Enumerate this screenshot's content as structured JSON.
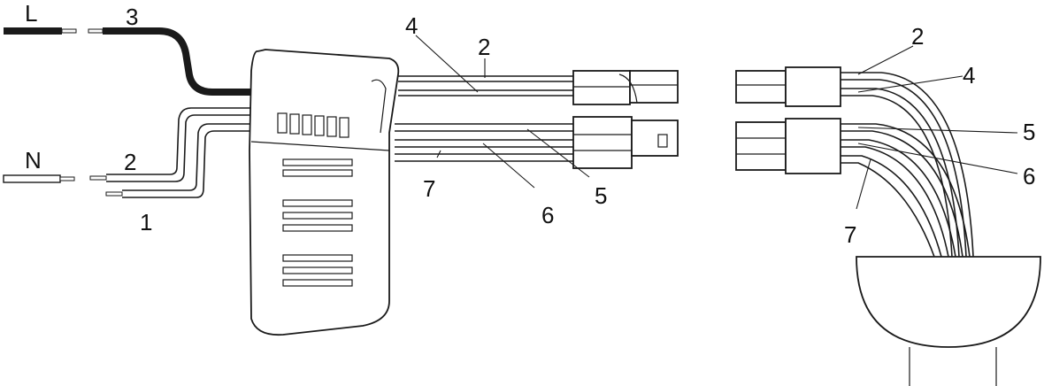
{
  "diagram": {
    "line_label": "L",
    "neutral_label": "N",
    "left_labels": {
      "wire_3": "3",
      "wire_2": "2",
      "wire_1": "1",
      "wire_4": "4",
      "wire_2_top": "2",
      "wire_7": "7",
      "wire_6": "6",
      "wire_5": "5"
    },
    "right_labels": {
      "wire_2": "2",
      "wire_4": "4",
      "wire_5": "5",
      "wire_6": "6",
      "wire_7": "7"
    }
  }
}
